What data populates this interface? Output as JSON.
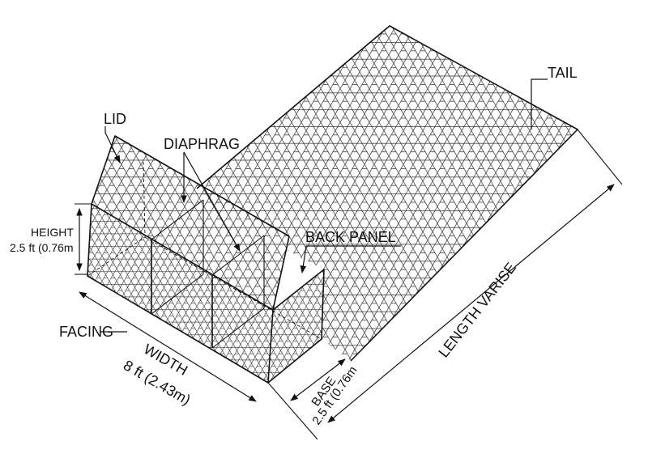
{
  "labels": {
    "tail": "TAIL",
    "lid": "LID",
    "diaphragm": "DIAPHRAG",
    "back_panel": "BACK PANEL",
    "height_title": "HEIGHT",
    "height_value": "2.5 ft (0.76m",
    "facing": "FACING",
    "width_title": "WIDTH",
    "width_value": "8 ft (2.43m)",
    "base_title": "BASE",
    "base_value": "2.5 ft (0.76m",
    "length": "LENGTH VARISE"
  },
  "colors": {
    "line": "#111111",
    "mesh": "#333333",
    "background": "#ffffff"
  }
}
